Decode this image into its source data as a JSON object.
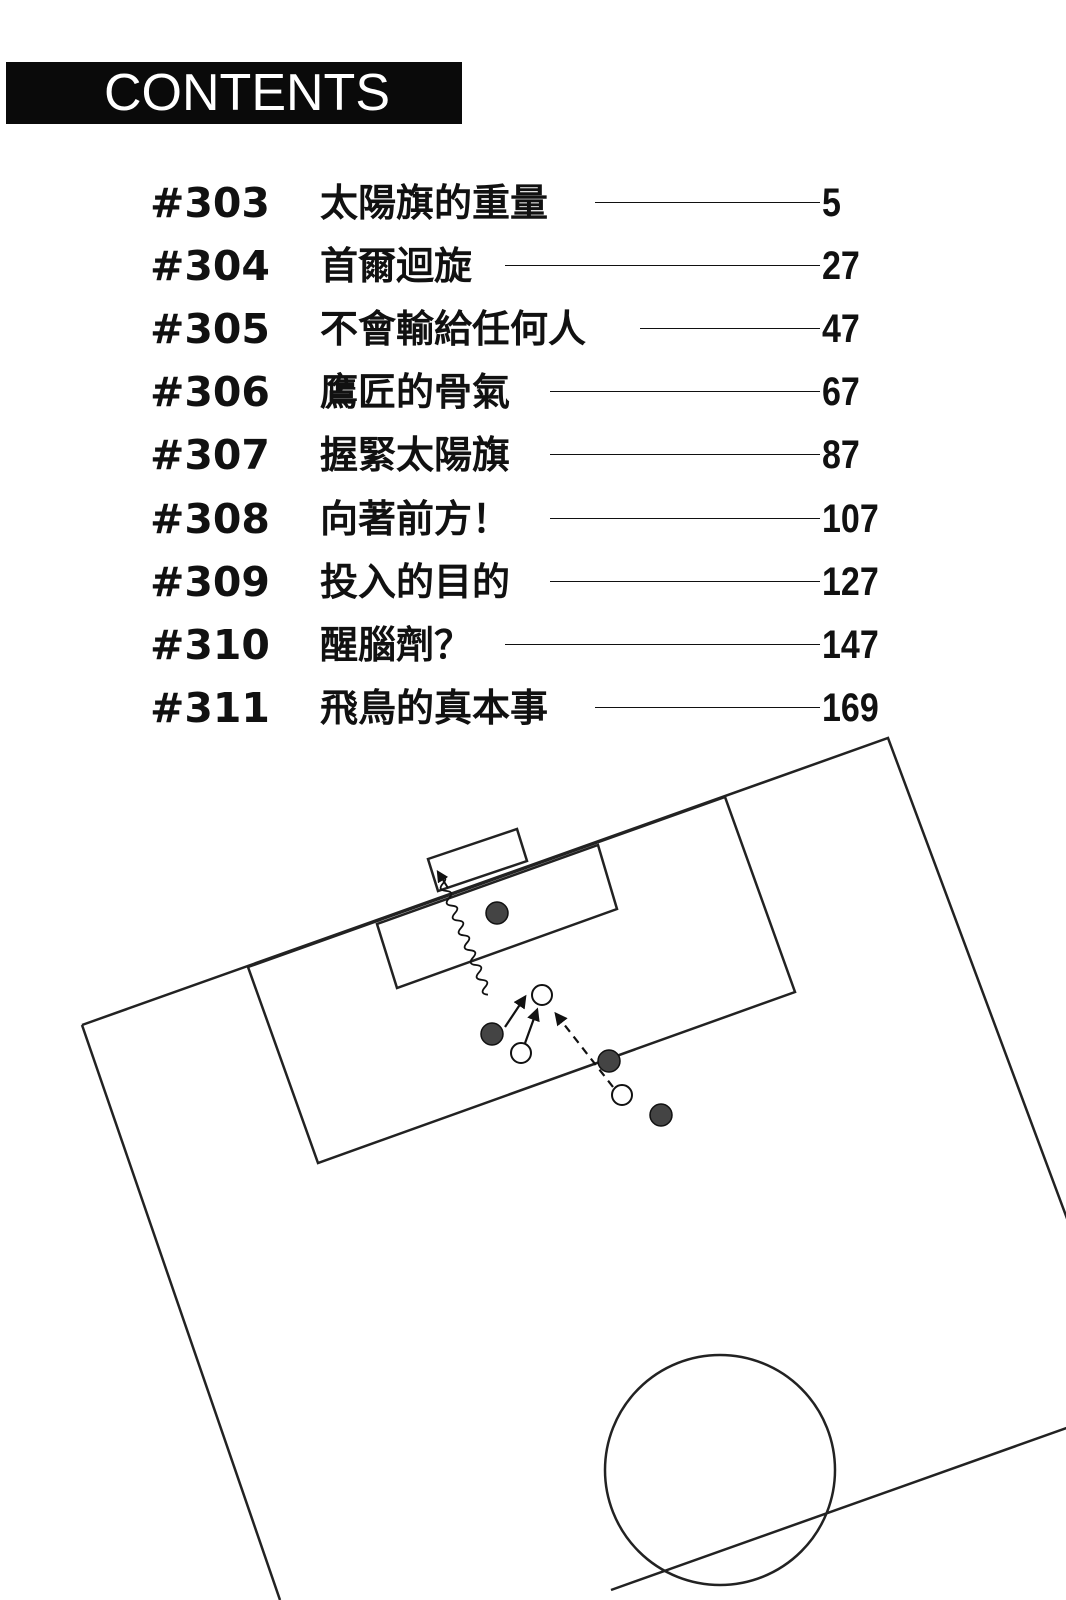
{
  "header": {
    "title": "CONTENTS"
  },
  "toc": [
    {
      "number": "#303",
      "title": "太陽旗的重量",
      "page": "5"
    },
    {
      "number": "#304",
      "title": "首爾迴旋",
      "page": "27"
    },
    {
      "number": "#305",
      "title": "不會輸給任何人",
      "page": "47"
    },
    {
      "number": "#306",
      "title": "鷹匠的骨氣",
      "page": "67"
    },
    {
      "number": "#307",
      "title": "握緊太陽旗",
      "page": "87"
    },
    {
      "number": "#308",
      "title": "向著前方！",
      "page": "107"
    },
    {
      "number": "#309",
      "title": "投入的目的",
      "page": "127"
    },
    {
      "number": "#310",
      "title": "醒腦劑？",
      "page": "147"
    },
    {
      "number": "#311",
      "title": "飛鳥的真本事",
      "page": "169"
    }
  ],
  "colors": {
    "ink": "#111111",
    "header_bg": "#0a0a0a",
    "header_text": "#ffffff",
    "player_fill": "#444444"
  }
}
